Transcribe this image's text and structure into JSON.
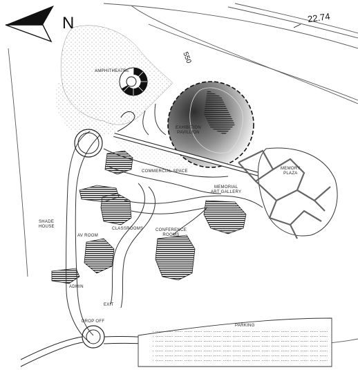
{
  "north": {
    "letter": "N",
    "icon": "north-arrow-icon"
  },
  "contours": {
    "elevation": "22.74",
    "contour_label": "550"
  },
  "labels": {
    "amphitheatre": "AMPHITHEATRE",
    "exhibition_pavilion_line1": "EXHIBITION",
    "exhibition_pavilion_line2": "PAVILLION",
    "commercial_space": "COMMERCIAL SPACE",
    "memory_plaza_line1": "MEMORY",
    "memory_plaza_line2": "PLAZA",
    "memorial_art_gallery_line1": "MEMORIAL",
    "memorial_art_gallery_line2": "ART GALLERY",
    "shade_house_line1": "SHADE",
    "shade_house_line2": "HOUSE",
    "classrooms": "CLASSROOMS",
    "conference_rooms_line1": "CONFERENCE",
    "conference_rooms_line2": "ROOMS",
    "av_room": "AV ROOM",
    "admin": "ADMIN",
    "exit": "EXIT",
    "drop_off": "DROP OFF",
    "parking": "PARKING"
  },
  "colors": {
    "ink": "#222222",
    "paper": "#ffffff",
    "highlight_dark": "#3a3a3a",
    "highlight_light": "#f2f2f2"
  }
}
